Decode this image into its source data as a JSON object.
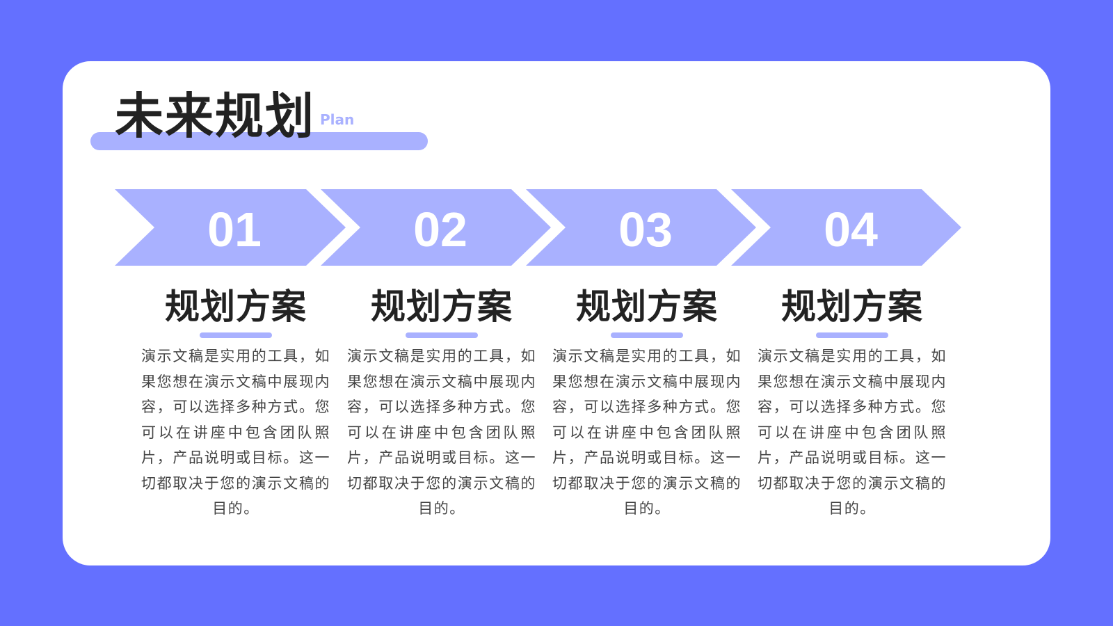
{
  "header": {
    "title": "未来规划",
    "subtitle": "Plan"
  },
  "colors": {
    "background": "#6470ff",
    "card": "#ffffff",
    "accent": "#a9b1ff",
    "text": "#222222"
  },
  "steps": [
    {
      "number": "01",
      "heading": "规划方案",
      "body": "演示文稿是实用的工具，如果您想在演示文稿中展现内容，可以选择多种方式。您可以在讲座中包含团队照片，产品说明或目标。这一切都取决于您的演示文稿的目的。"
    },
    {
      "number": "02",
      "heading": "规划方案",
      "body": "演示文稿是实用的工具，如果您想在演示文稿中展现内容，可以选择多种方式。您可以在讲座中包含团队照片，产品说明或目标。这一切都取决于您的演示文稿的目的。"
    },
    {
      "number": "03",
      "heading": "规划方案",
      "body": "演示文稿是实用的工具，如果您想在演示文稿中展现内容，可以选择多种方式。您可以在讲座中包含团队照片，产品说明或目标。这一切都取决于您的演示文稿的目的。"
    },
    {
      "number": "04",
      "heading": "规划方案",
      "body": "演示文稿是实用的工具，如果您想在演示文稿中展现内容，可以选择多种方式。您可以在讲座中包含团队照片，产品说明或目标。这一切都取决于您的演示文稿的目的。"
    }
  ]
}
